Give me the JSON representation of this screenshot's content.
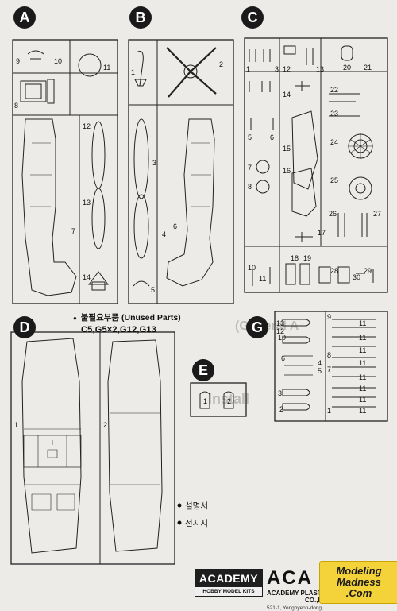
{
  "sections": {
    "A": {
      "label": "A",
      "part_numbers": [
        "9",
        "10",
        "11",
        "8",
        "12",
        "7",
        "13",
        "14"
      ]
    },
    "B": {
      "label": "B",
      "part_numbers": [
        "1",
        "2",
        "3",
        "4",
        "5",
        "6"
      ]
    },
    "C": {
      "label": "C",
      "part_numbers": [
        "1",
        "12",
        "3",
        "13",
        "20",
        "21",
        "14",
        "22",
        "23",
        "5",
        "6",
        "15",
        "24",
        "7",
        "8",
        "16",
        "25",
        "26",
        "27",
        "17",
        "10",
        "11",
        "18",
        "19",
        "28",
        "29",
        "30"
      ]
    },
    "D": {
      "label": "D",
      "part_numbers": [
        "1",
        "2"
      ]
    },
    "E": {
      "label": "E",
      "part_numbers": [
        "1",
        "2"
      ]
    },
    "G": {
      "label": "G",
      "part_numbers": [
        "9",
        "11",
        "13",
        "10",
        "12",
        "11",
        "6",
        "4",
        "5",
        "3",
        "8",
        "7",
        "2",
        "1",
        "11",
        "11",
        "11",
        "11",
        "11",
        "11"
      ]
    }
  },
  "unused_parts": {
    "title_ko": "불필요부품",
    "title_en": "(Unused Parts)",
    "list": "C5,G5×2,G12,G13"
  },
  "legend": {
    "item1": "설명서",
    "item2": "전시지"
  },
  "background_text": {
    "general": "(General A",
    "install": "Install"
  },
  "footer": {
    "brand": "ACADEMY",
    "brand_sub": "HOBBY MODEL KITS",
    "big_word": "ACA",
    "company": "ACADEMY PLASTIC M",
    "company_tail": "CO.,LTD.",
    "address": "521-1, Yonghyeon-dong,"
  },
  "watermark": {
    "line1": "Modeling",
    "line2": "Madness",
    "line3": ".Com"
  },
  "colors": {
    "background": "#ecebe8",
    "ink": "#1a1a1a",
    "watermark_yellow": "#f3d23a"
  }
}
